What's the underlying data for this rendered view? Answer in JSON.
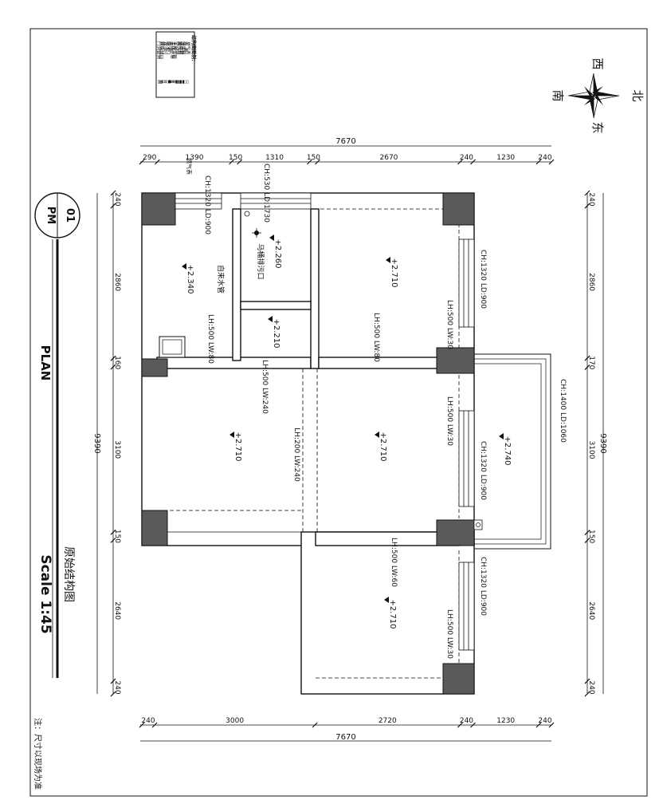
{
  "drawing": {
    "number": "01",
    "code": "PM",
    "plan_label": "PLAN",
    "title_cn": "原始结构图",
    "scale": "Scale 1:45",
    "note": "注：尺寸以现场为准"
  },
  "legend": {
    "title": "结构图图例：",
    "items": [
      {
        "label": "燃气表",
        "symbol": "▭"
      },
      {
        "label": "水 表",
        "symbol": "▭"
      },
      {
        "label": "强电箱",
        "symbol": "▬"
      },
      {
        "label": "弱电箱",
        "symbol": "▬"
      },
      {
        "label": "暖气片",
        "symbol": "▦"
      },
      {
        "label": "空调洞",
        "symbol": "▬"
      },
      {
        "label": "主排污管",
        "symbol": "⊗"
      },
      {
        "label": "主进水管",
        "symbol": "⊗"
      },
      {
        "label": "地 漏",
        "symbol": "●"
      },
      {
        "label": "给水口",
        "symbol": "○"
      },
      {
        "label": "龙 头",
        "symbol": "⊖"
      },
      {
        "label": "排污口",
        "symbol": "⊖"
      },
      {
        "label": "新风风口",
        "symbol": "▦"
      },
      {
        "label": "门洞窗洞",
        "symbol": "▭"
      }
    ]
  },
  "compass": {
    "north": "北",
    "east": "东",
    "south": "南",
    "west": "西"
  },
  "dimensions": {
    "top_total": "7670",
    "top_segments": [
      "290",
      "1390",
      "150",
      "1310",
      "150",
      "2670",
      "240",
      "1230",
      "240"
    ],
    "bottom_total": "7670",
    "bottom_segments": [
      "240",
      "3000",
      "2720",
      "240",
      "1230",
      "240"
    ],
    "left_total": "9390",
    "left_segments": [
      "240",
      "2860",
      "160",
      "3100",
      "150",
      "2640",
      "240"
    ],
    "right_total": "9390",
    "right_segments": [
      "240",
      "2860",
      "170",
      "3100",
      "150",
      "2640",
      "240"
    ]
  },
  "annotations": {
    "top_window_1": "CH:1320 LD:900",
    "top_window_2": "CH:530 LD:1730",
    "room1_level": "+2.340",
    "room1_text": "自来水管",
    "room1_lh": "LH:500 LW:80",
    "room2_level": "+2.260",
    "room2_text": "马桶排污口",
    "room3_level": "+2.210",
    "room4_level": "+2.710",
    "room4_lh": "LH:500 LW:80",
    "room4_lh2": "LH:500 LW:30",
    "right_window_1": "CH:1320 LD:900",
    "living_lh": "LH:500 LW:240",
    "living_left_level": "+2.710",
    "living_mid_lh": "LH:200 LW:240",
    "living_right_level": "+2.710",
    "living_right_lh": "LH:500 LW:30",
    "balcony_level": "+2.740",
    "balcony_window": "CH:1320 LD:900",
    "balcony_outer": "CH:1400 LD:1060",
    "bottom_room_level": "+2.710",
    "bottom_room_lh": "LH:500 LW:60",
    "bottom_room_lh2": "LH:500 LW:30",
    "bottom_window": "CH:1320 LD:900",
    "gas_label": "燃气表"
  }
}
